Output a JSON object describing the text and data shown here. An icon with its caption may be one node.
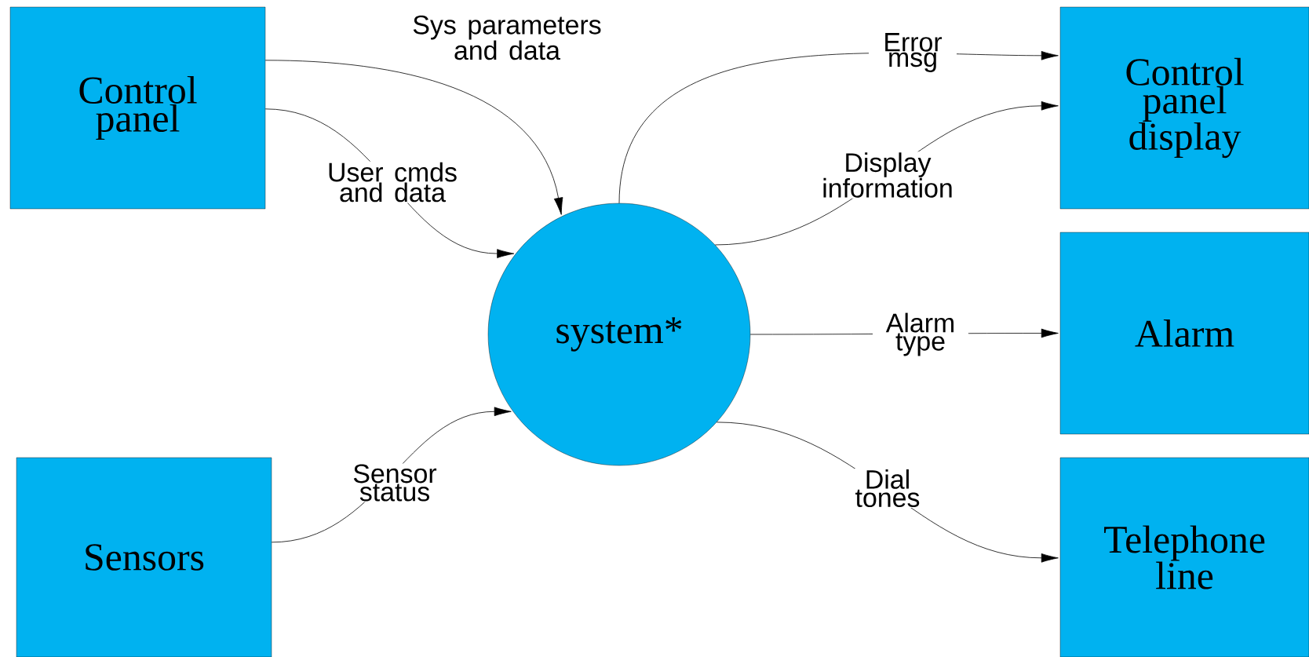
{
  "diagram": {
    "nodes": [
      {
        "text": [
          "Control panel"
        ]
      },
      {
        "text": [
          "Sensors"
        ]
      },
      {
        "text": [
          "system*"
        ]
      },
      {
        "text": [
          "Control panel display"
        ]
      },
      {
        "text": [
          "Alarm"
        ]
      },
      {
        "text": [
          "Telephone line"
        ]
      }
    ],
    "edges": [
      {
        "from": 0,
        "to": 2,
        "arrow": "to",
        "label": "Sys parameters and data"
      },
      {
        "from": 0,
        "to": 2,
        "arrow": "to",
        "label": "User cmds and data"
      },
      {
        "from": 1,
        "to": 2,
        "arrow": "to",
        "label": "Sensor status"
      },
      {
        "from": 2,
        "to": 3,
        "arrow": "to",
        "label": "Error msg"
      },
      {
        "from": 2,
        "to": 3,
        "arrow": "to",
        "label": "Display information"
      },
      {
        "from": 2,
        "to": 4,
        "arrow": "to",
        "label": "Alarm type"
      },
      {
        "from": 2,
        "to": 5,
        "arrow": "to",
        "label": "Dial tones"
      }
    ]
  }
}
